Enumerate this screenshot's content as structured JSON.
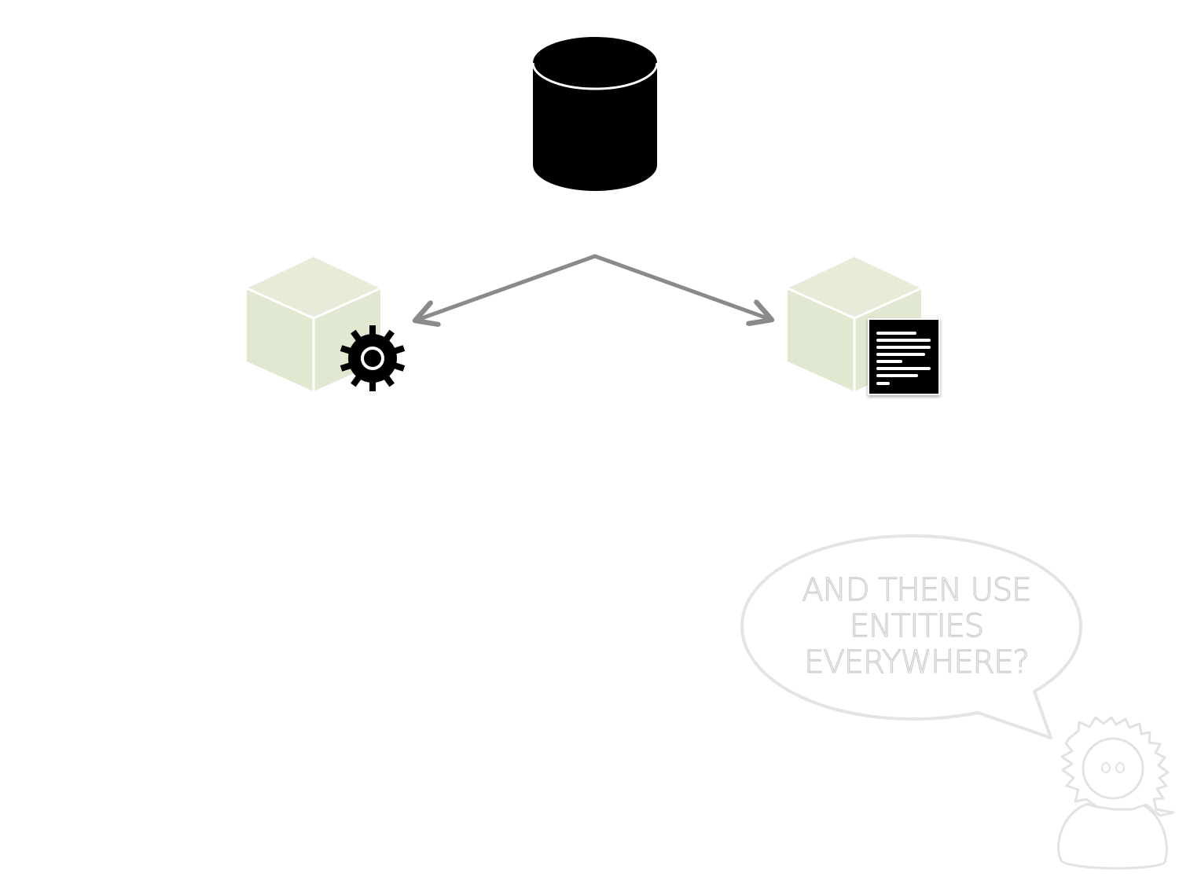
{
  "colors": {
    "background": "#ffffff",
    "database": "#000000",
    "cube_face_top": "#e6ecd7",
    "cube_face_side": "#e1e8d1",
    "arrow": "#8a8a8a",
    "bubble_outline": "#e2e2e2",
    "character_outline": "#e2e2e2"
  },
  "diagram": {
    "nodes": [
      {
        "id": "database",
        "icon": "database-icon"
      },
      {
        "id": "service-module",
        "icon": "gear-icon"
      },
      {
        "id": "document-module",
        "icon": "document-icon"
      }
    ],
    "edges": [
      {
        "from": "database",
        "to": "service-module"
      },
      {
        "from": "database",
        "to": "document-module"
      }
    ]
  },
  "speech_bubble": {
    "lines": [
      "AND THEN USE",
      "ENTITIES",
      "EVERYWHERE?"
    ]
  },
  "character": {
    "icon": "cartoon-person-icon"
  }
}
